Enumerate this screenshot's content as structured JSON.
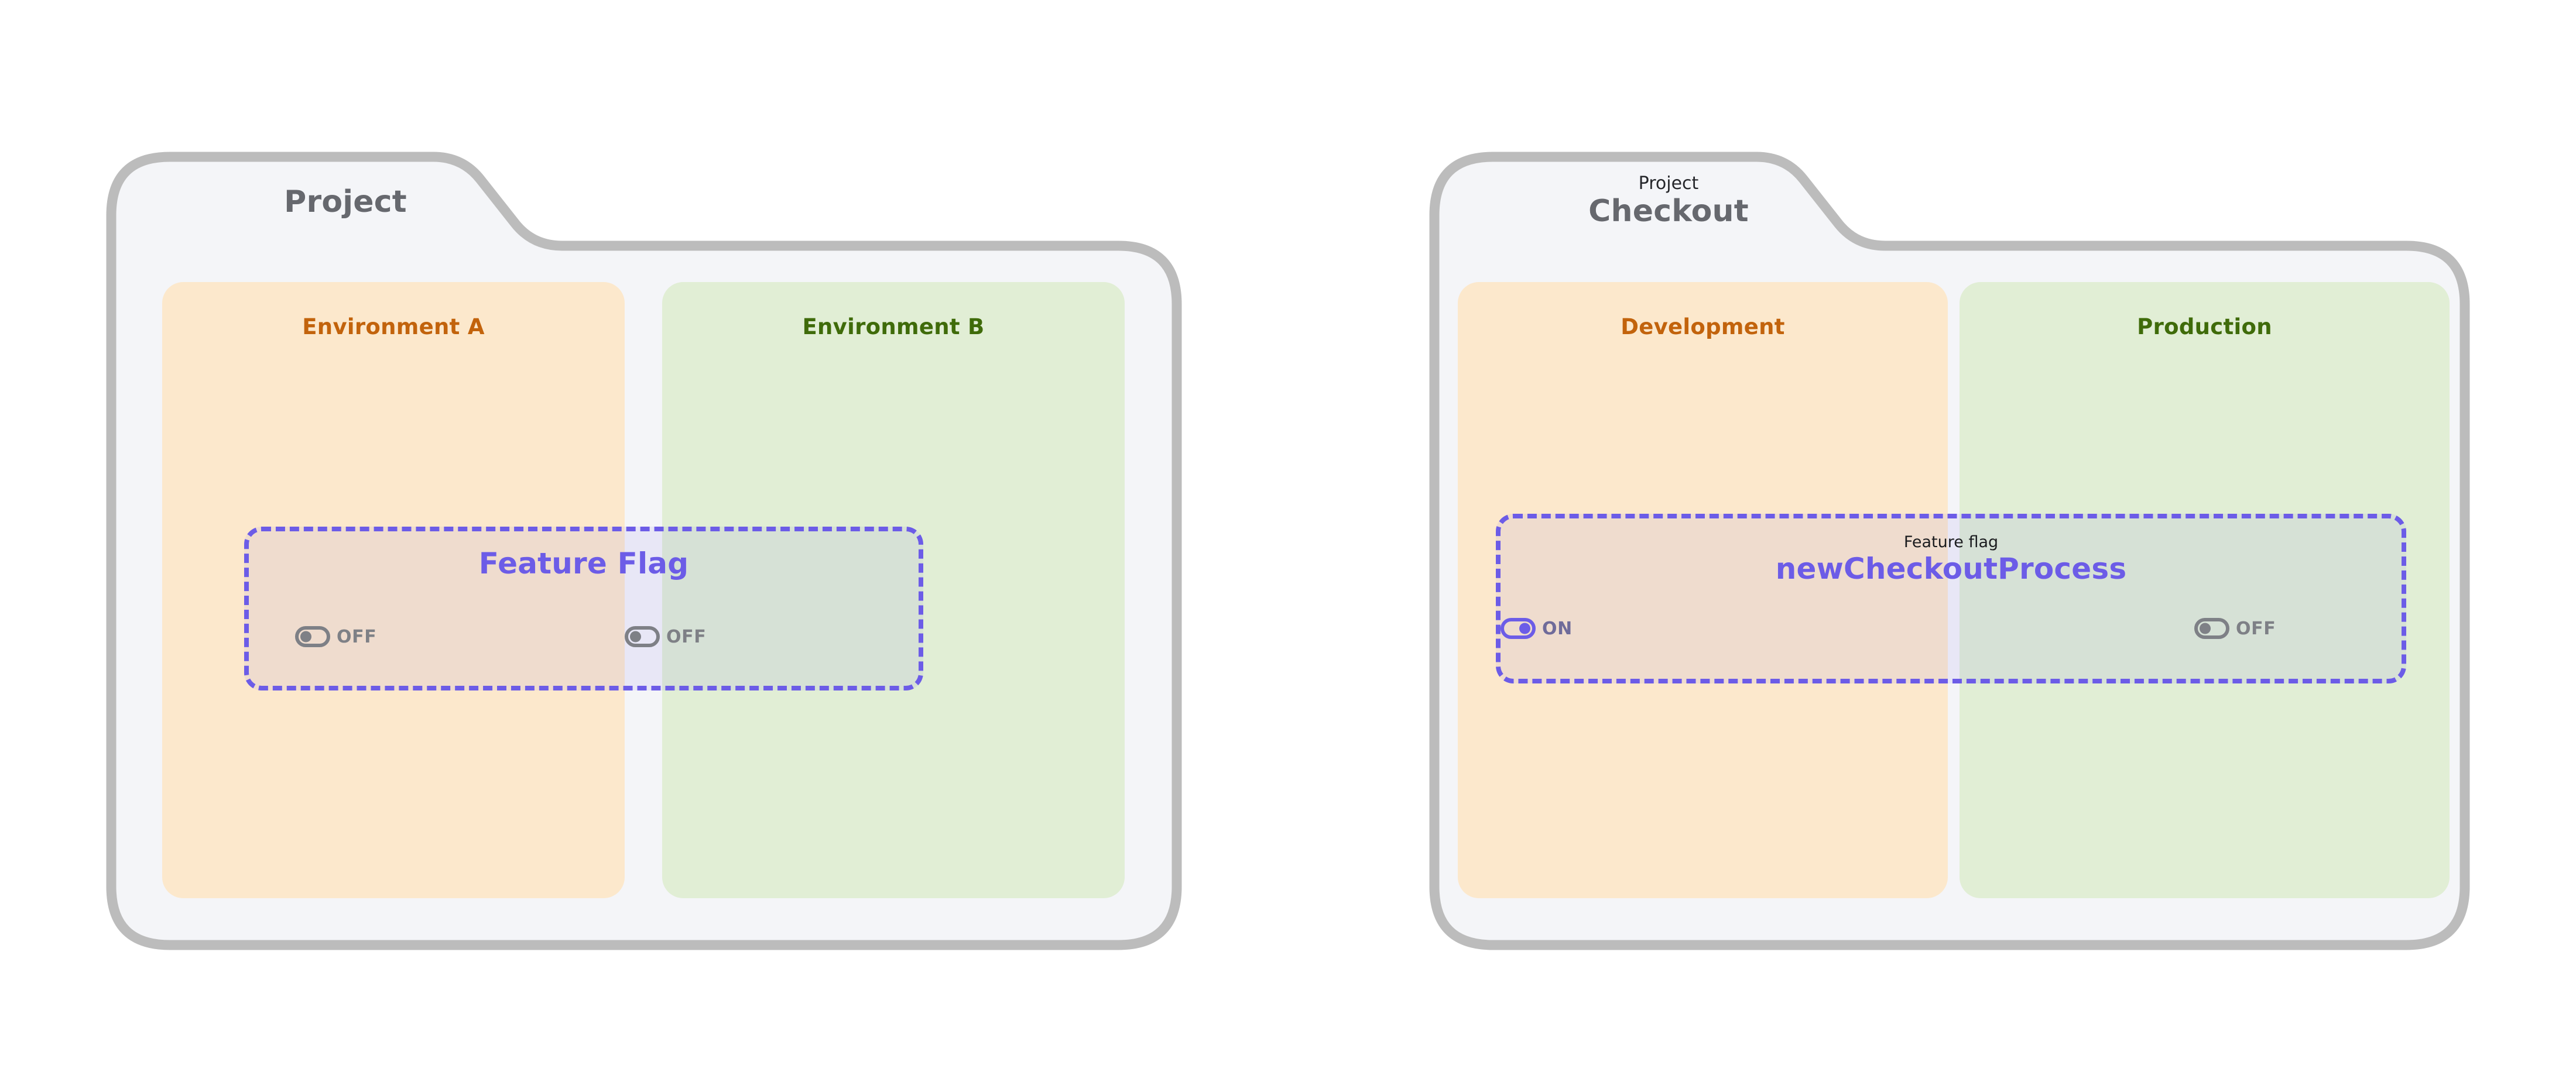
{
  "colors": {
    "folder_fill": "#f4f5f8",
    "folder_stroke": "#bcbcbc",
    "dev_bg": "#fce8cc",
    "prod_bg": "#e1eed5",
    "dev_text": "#c2630c",
    "prod_text": "#3f6b0a",
    "flag_accent": "#6c5ce7",
    "flag_overlay": "rgba(108,92,231,0.085)",
    "title_text": "#66686e",
    "toggle_off": "#7e8086"
  },
  "panels": [
    {
      "id": "generic",
      "folder": {
        "kicker": "",
        "title": "Project"
      },
      "environments": [
        {
          "id": "env-a",
          "label": "Environment A",
          "kind": "dev"
        },
        {
          "id": "env-b",
          "label": "Environment B",
          "kind": "prod"
        }
      ],
      "flag": {
        "kicker": "",
        "name": "Feature Flag",
        "toggles": [
          {
            "env": "env-a",
            "state": "OFF",
            "on": false
          },
          {
            "env": "env-b",
            "state": "OFF",
            "on": false
          }
        ]
      }
    },
    {
      "id": "concrete",
      "folder": {
        "kicker": "Project",
        "title": "Checkout"
      },
      "environments": [
        {
          "id": "development",
          "label": "Development",
          "kind": "dev"
        },
        {
          "id": "production",
          "label": "Production",
          "kind": "prod"
        }
      ],
      "flag": {
        "kicker": "Feature flag",
        "name": "newCheckoutProcess",
        "toggles": [
          {
            "env": "development",
            "state": "ON",
            "on": true
          },
          {
            "env": "production",
            "state": "OFF",
            "on": false
          }
        ]
      }
    }
  ]
}
